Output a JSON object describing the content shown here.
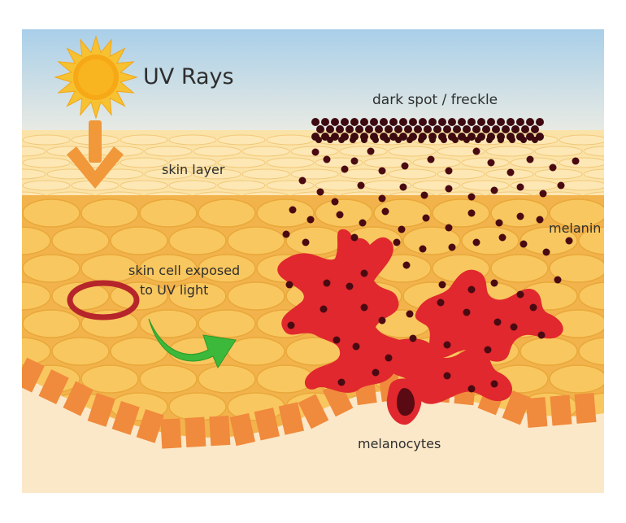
{
  "labels": {
    "uv_rays": "UV Rays",
    "dark_spot": "dark spot / freckle",
    "skin_layer": "skin layer",
    "melanin": "melanin",
    "skin_cell_line1": "skin cell exposed",
    "skin_cell_line2": "to UV light",
    "melanocytes": "melanocytes"
  },
  "colors": {
    "sky_top": "#a9cfe9",
    "sky_bottom": "#f5f0e2",
    "skin_cell_fill": "#f6c15a",
    "skin_cell_stroke": "#e8a83a",
    "skin_layer_fill": "#fbe3a8",
    "basal_cell": "#f08a3c",
    "dermis": "#fbe8c9",
    "melanocyte_red": "#e0282e",
    "melanin_dot": "#4a0a12",
    "uv_arrow": "#f0983a",
    "green_arrow": "#3cb83a",
    "highlight_ring": "#b5252a",
    "sun": "#f7b81e"
  }
}
